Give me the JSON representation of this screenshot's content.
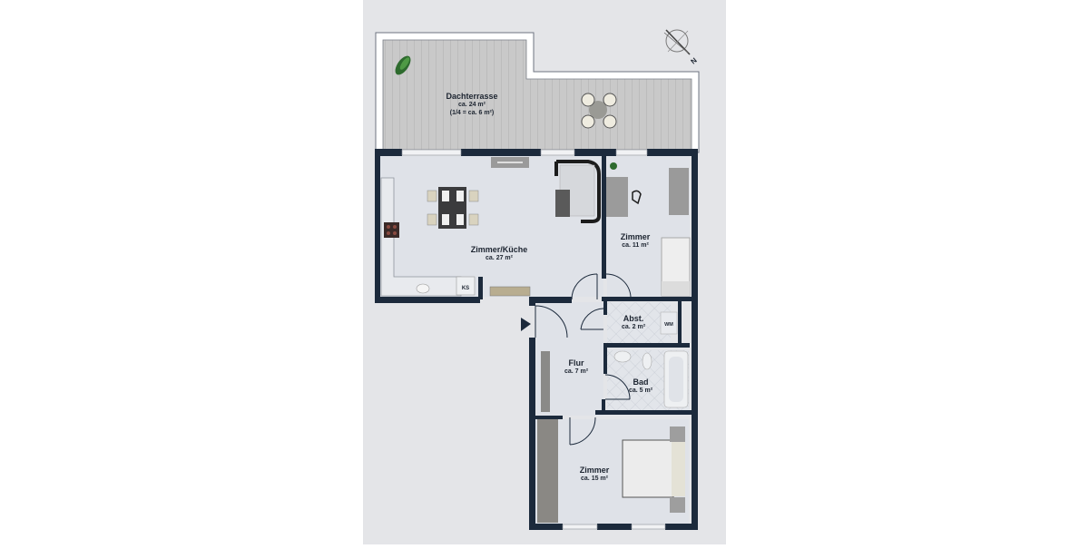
{
  "floorplan": {
    "rooms": [
      {
        "id": "dachterrasse",
        "name": "Dachterrasse",
        "area": "ca. 24 m²",
        "note": "(1/4 = ca. 6 m²)"
      },
      {
        "id": "zimmer-kueche",
        "name": "Zimmer/Küche",
        "area": "ca. 27 m²"
      },
      {
        "id": "zimmer-11",
        "name": "Zimmer",
        "area": "ca. 11 m²"
      },
      {
        "id": "abst",
        "name": "Abst.",
        "area": "ca. 2 m²"
      },
      {
        "id": "flur",
        "name": "Flur",
        "area": "ca. 7 m²"
      },
      {
        "id": "bad",
        "name": "Bad",
        "area": "ca. 5 m²"
      },
      {
        "id": "zimmer-15",
        "name": "Zimmer",
        "area": "ca. 15 m²"
      }
    ],
    "fixtures": {
      "ks": "KS",
      "wm": "WM"
    },
    "compass": {
      "label": "N"
    },
    "colors": {
      "wall": "#1c2a3c",
      "floor": "#dde0e6",
      "terrace": "#c9c9c9",
      "paper": "#e4e5e8",
      "background": "#ffffff"
    }
  }
}
